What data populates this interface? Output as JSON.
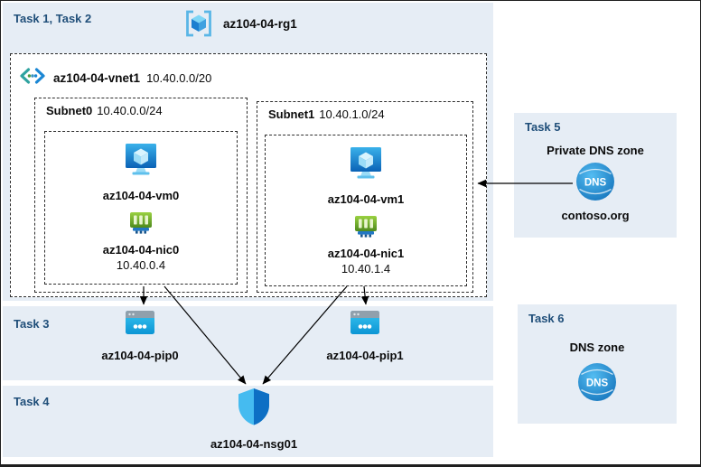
{
  "colors": {
    "band-bg": "#e6edf5",
    "task-label": "#1f4e79",
    "arrow": "#000000",
    "azure-blue": "#0d6fc4",
    "azure-cyan": "#45bbf0"
  },
  "tasks": {
    "t12": "Task 1, Task 2",
    "t3": "Task 3",
    "t4": "Task 4",
    "t5": "Task 5",
    "t6": "Task 6"
  },
  "resource_group": {
    "name": "az104-04-rg1"
  },
  "vnet": {
    "name": "az104-04-vnet1",
    "cidr": "10.40.0.0/20"
  },
  "subnets": [
    {
      "name": "Subnet0",
      "cidr": "10.40.0.0/24",
      "vm": "az104-04-vm0",
      "nic": "az104-04-nic0",
      "ip": "10.40.0.4"
    },
    {
      "name": "Subnet1",
      "cidr": "10.40.1.0/24",
      "vm": "az104-04-vm1",
      "nic": "az104-04-nic1",
      "ip": "10.40.1.4"
    }
  ],
  "public_ips": [
    "az104-04-pip0",
    "az104-04-pip1"
  ],
  "nsg": {
    "name": "az104-04-nsg01"
  },
  "private_dns": {
    "title": "Private DNS zone",
    "zone": "contoso.org"
  },
  "dns": {
    "title": "DNS zone"
  },
  "dns_icon_text": "DNS",
  "icons": [
    "resource-group-icon",
    "virtual-network-icon",
    "vm-icon",
    "nic-icon",
    "public-ip-icon",
    "nsg-shield-icon",
    "dns-globe-icon"
  ]
}
